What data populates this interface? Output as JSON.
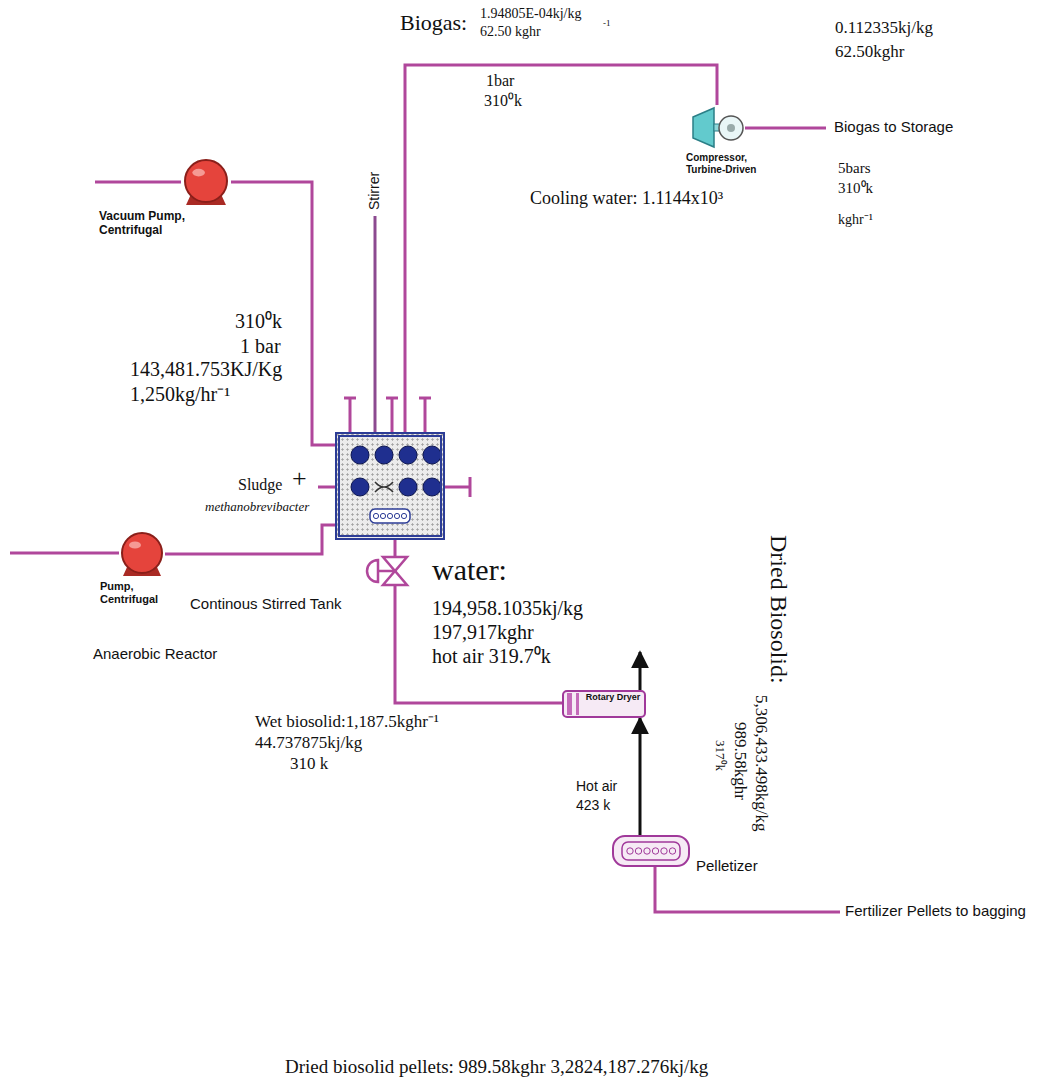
{
  "diagram": {
    "nodes": [
      {
        "text": [
          "Vacuum Pump, Centrifugal"
        ]
      },
      {
        "text": [
          "Pump, Centrifugal"
        ]
      },
      {
        "text": [
          "Continous Stirred Tank",
          "Anaerobic Reactor"
        ]
      },
      {
        "text": [
          "Compressor, Turbine-Driven"
        ]
      },
      {
        "text": [
          "Rotary Dryer"
        ]
      },
      {
        "text": [
          "Pelletizer"
        ]
      }
    ],
    "edges": [
      {
        "from": 0,
        "to": 2,
        "arrow": "none"
      },
      {
        "from": 1,
        "to": 2,
        "arrow": "none"
      },
      {
        "from": 2,
        "to": 3,
        "arrow": "none"
      },
      {
        "from": 2,
        "to": 4,
        "arrow": "none"
      },
      {
        "from": 5,
        "to": 4,
        "arrow": "to"
      }
    ],
    "labels": [
      "Biogas:",
      "1.94805E-04kj/kg",
      "-1",
      "62.50 kghr",
      "1bar",
      "310⁰k",
      "0.112335kj/kg",
      "62.50kghr",
      "Biogas to Storage",
      "5bars",
      "310⁰k",
      "Cooling water: 1.1144x10³",
      "kghr⁻¹",
      "Stirrer",
      "310⁰k",
      "1 bar",
      "143,481.753KJ/Kg",
      "1,250kg/hr⁻¹",
      "Sludge",
      "+",
      "methanobrevibacter",
      "water:",
      "194,958.1035kj/kg",
      "197,917kghr",
      "hot air 319.7⁰k",
      "Dried Biosolid:",
      "5,306,433.498kg/kg",
      "989.58kghr",
      "317⁰k",
      "Wet biosolid:1,187.5kghr⁻¹",
      "44.737875kj/kg",
      "310 k",
      "Hot air",
      "423 k",
      "Fertilizer Pellets to bagging",
      "Dried biosolid pellets: 989.58kghr  3,2824,187.276kj/kg"
    ]
  }
}
